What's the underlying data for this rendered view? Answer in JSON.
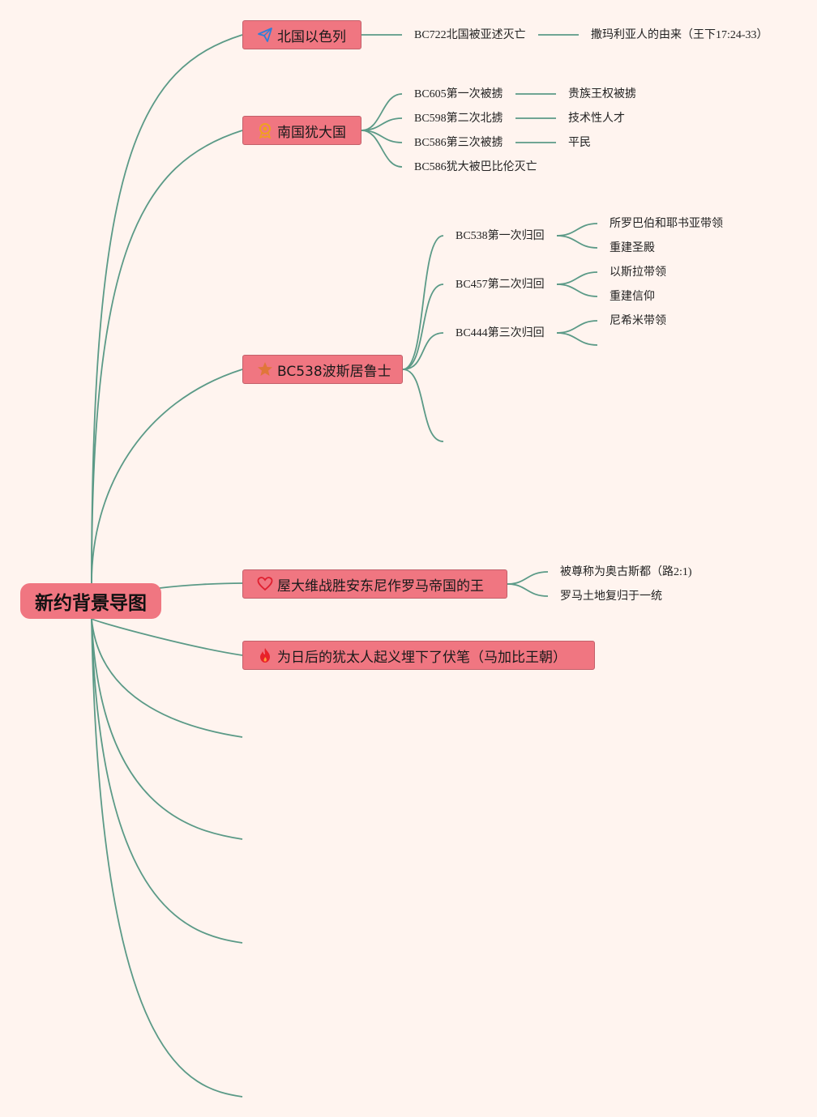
{
  "root": {
    "label": "新约背景导图"
  },
  "topics": [
    {
      "id": "t1",
      "label": "北国以色列",
      "icon": "paper-plane-icon",
      "children": [
        {
          "label": "BC722北国被亚述灭亡",
          "children": [
            {
              "label": "撒玛利亚人的由来（王下17:24-33）"
            }
          ]
        }
      ]
    },
    {
      "id": "t2",
      "label": "南国犹大国",
      "icon": "award-ribbon-icon",
      "children": [
        {
          "label": "BC605第一次被掳",
          "children": [
            {
              "label": "贵族王权被掳"
            }
          ]
        },
        {
          "label": "BC598第二次北掳",
          "children": [
            {
              "label": "技术性人才"
            }
          ]
        },
        {
          "label": "BC586第三次被掳",
          "children": [
            {
              "label": "平民"
            }
          ]
        },
        {
          "label": "BC586犹大被巴比伦灭亡"
        }
      ]
    },
    {
      "id": "t3",
      "label": "BC538波斯居鲁士",
      "icon": "star-icon",
      "children": [
        {
          "label": "BC538第一次归回",
          "children": [
            {
              "label": "所罗巴伯和耶书亚带领"
            },
            {
              "label": "重建圣殿"
            }
          ]
        },
        {
          "label": "BC457第二次归回",
          "children": [
            {
              "label": "以斯拉带领"
            },
            {
              "label": "重建信仰"
            }
          ]
        },
        {
          "label": "BC444第三次归回",
          "children": [
            {
              "label": "尼希米带领"
            },
            {
              "label": ""
            }
          ]
        },
        {
          "label": ""
        }
      ]
    },
    {
      "id": "t4",
      "label": "屋大维战胜安东尼作罗马帝国的王",
      "icon": "heart-icon",
      "children": [
        {
          "label": "被尊称为奥古斯都（路2:1)"
        },
        {
          "label": "罗马土地复归于一统"
        }
      ]
    },
    {
      "id": "t5",
      "label": "为日后的犹太人起义埋下了伏笔（马加比王朝）",
      "icon": "fire-icon",
      "children": []
    }
  ],
  "colors": {
    "background": "#fff4ef",
    "topic_fill": "#f07681",
    "connector": "#5b9a87"
  }
}
